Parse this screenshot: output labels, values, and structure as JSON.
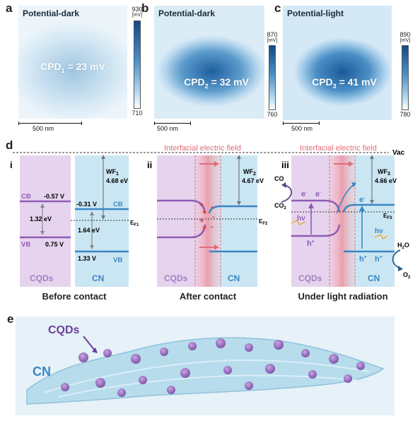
{
  "panel_labels": {
    "a": "a",
    "b": "b",
    "c": "c",
    "d": "d",
    "e": "e"
  },
  "kpfm": [
    {
      "title": "Potential-dark",
      "cpd": "CPD",
      "sub": "1",
      "cpd_value": " = 23 mV",
      "cbar_max": "930",
      "cbar_unit": "[mV]",
      "cbar_min": "710",
      "scale": "500 nm"
    },
    {
      "title": "Potential-dark",
      "cpd": "CPD",
      "sub": "2",
      "cpd_value": " = 32 mV",
      "cbar_max": "870",
      "cbar_unit": "[mV]",
      "cbar_min": "760",
      "scale": "500 nm"
    },
    {
      "title": "Potential-light",
      "cpd": "CPD",
      "sub": "3",
      "cpd_value": " = 41 mV",
      "cbar_max": "890",
      "cbar_unit": "[mV]",
      "cbar_min": "780",
      "scale": "500 nm"
    }
  ],
  "bands": {
    "roman": [
      "i",
      "ii",
      "iii"
    ],
    "vac": "Vac",
    "field": "Interfacial electric field",
    "cb": "CB",
    "vb": "VB",
    "cqds": "CQDs",
    "cn": "CN",
    "cqd_cb": "-0.57 V",
    "cqd_gap": "1.32 eV",
    "cqd_vb": "0.75 V",
    "cn_cb": "-0.31 V",
    "cn_gap": "1.64 eV",
    "cn_vb": "1.33 V",
    "wf": "WF",
    "wf1_sub": "1",
    "wf1_val": "4.68 eV",
    "wf2_sub": "2",
    "wf2_val": "4.67 eV",
    "wf3_sub": "3",
    "wf3_val": "4.66 eV",
    "ef": "E",
    "ef1": "F1",
    "ef2": "F2",
    "ef3": "F3",
    "plus": "+",
    "minus": "-",
    "electron": "e",
    "hole": "h",
    "charge_minus": "-",
    "charge_plus": "+",
    "hv": "hν",
    "co": "CO",
    "co2": "CO",
    "co2_sub": "2",
    "h2o": "H",
    "h2o_sub": "2",
    "h2o_o": "O",
    "o2": "O",
    "o2_sub": "2",
    "captions": [
      "Before contact",
      "After contact",
      "Under light radiation"
    ]
  },
  "schematic": {
    "cqds": "CQDs",
    "cn": "CN"
  }
}
